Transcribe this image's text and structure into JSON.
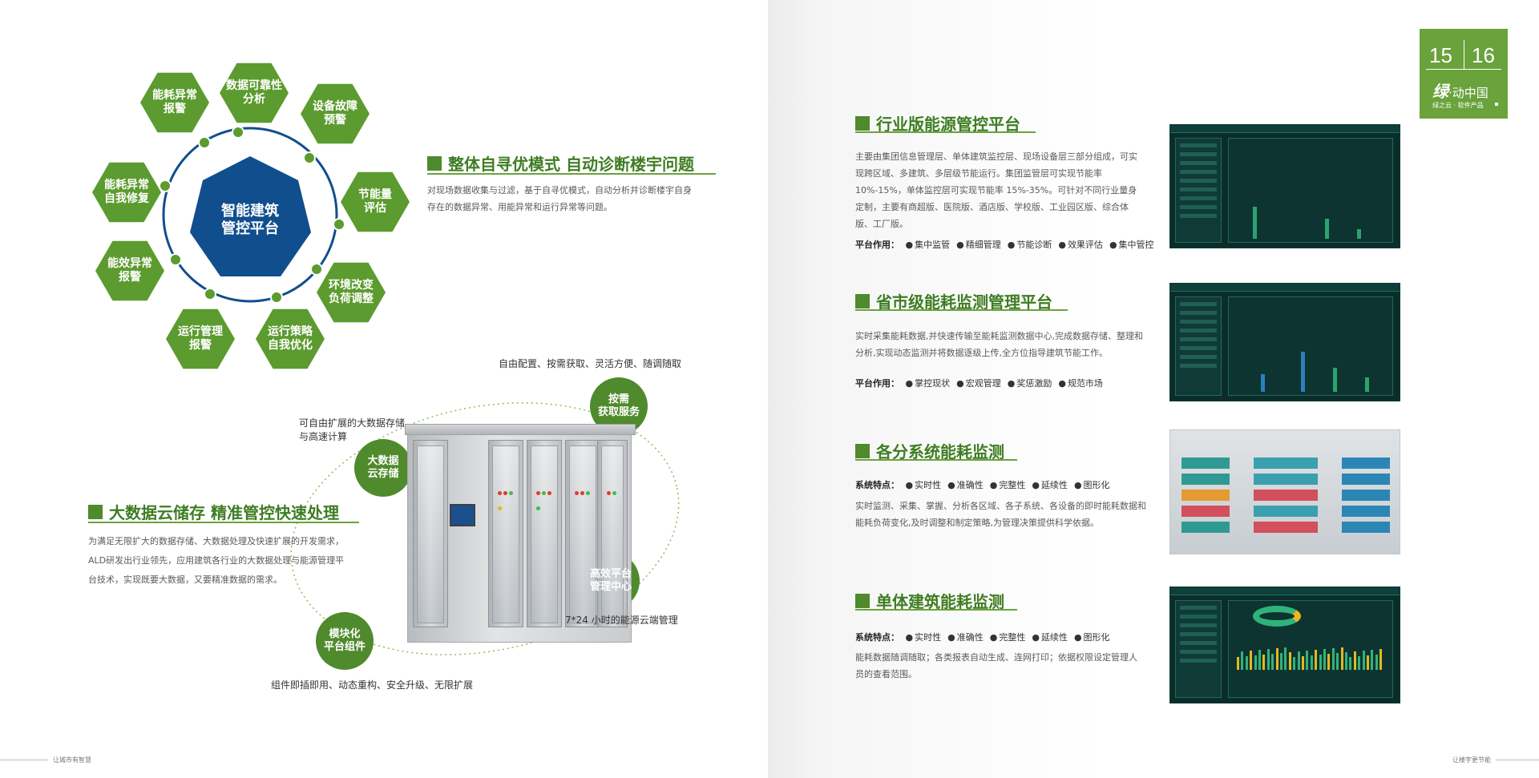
{
  "page": {
    "number_left": "15",
    "number_right": "16",
    "brand_glyph": "绿",
    "brand_text": "·动中国",
    "brand_sub": "绿之云 · 软件产品",
    "footer_left": "让城市有智慧",
    "footer_right": "让楼宇更节能"
  },
  "colors": {
    "accent_green": "#6aa23c",
    "dark_green": "#3e7d22",
    "hub_blue": "#114e8e"
  },
  "hex_ring": {
    "center_label": [
      "智能建筑",
      "管控平台"
    ],
    "items": [
      {
        "lines": [
          "数据可靠性",
          "分析"
        ]
      },
      {
        "lines": [
          "设备故障",
          "预警"
        ]
      },
      {
        "lines": [
          "节能量",
          "评估"
        ]
      },
      {
        "lines": [
          "环境改变",
          "负荷调整"
        ]
      },
      {
        "lines": [
          "运行策略",
          "自我优化"
        ]
      },
      {
        "lines": [
          "运行管理",
          "报警"
        ]
      },
      {
        "lines": [
          "能效异常",
          "报警"
        ]
      },
      {
        "lines": [
          "能耗异常",
          "自我修复"
        ]
      },
      {
        "lines": [
          "能耗异常",
          "报警"
        ]
      }
    ]
  },
  "section_auto": {
    "title": "整体自寻优模式  自动诊断楼宇问题",
    "body": "对现场数据收集与过滤，基于自寻优模式，自动分析并诊断楼宇自身存在的数据异常、用能异常和运行异常等问题。"
  },
  "cloud": {
    "circles": [
      {
        "lines": [
          "按需",
          "获取服务"
        ]
      },
      {
        "lines": [
          "大数据",
          "云存储"
        ]
      },
      {
        "lines": [
          "高效平台",
          "管理中心"
        ]
      },
      {
        "lines": [
          "模块化",
          "平台组件"
        ]
      }
    ],
    "captions": {
      "top": "自由配置、按需获取、灵活方便、随调随取",
      "left": "可自由扩展的大数据存储",
      "left2": "与高速计算",
      "right": "7*24 小时的能源云端管理",
      "bottom": "组件即插即用、动态重构、安全升级、无限扩展"
    }
  },
  "section_bigdata": {
    "title": "大数据云储存  精准管控快速处理",
    "body": "为满足无限扩大的数据存储、大数据处理及快速扩展的开发需求，ALD研发出行业领先，应用建筑各行业的大数据处理与能源管理平台技术，实现既要大数据，又要精准数据的需求。"
  },
  "right_sections": [
    {
      "title": "行业版能源管控平台",
      "body": "主要由集团信息管理层、单体建筑监控层、现场设备层三部分组成，可实现跨区域、多建筑、多层级节能运行。集团监管层可实现节能率10%-15%，单体监控层可实现节能率 15%-35%。可针对不同行业量身定制，主要有商超版、医院版、酒店版、学校版、工业园区版、综合体版、工厂版。",
      "feature_label": "平台作用：",
      "features": [
        "集中监管",
        "精细管理",
        "节能诊断",
        "效果评估",
        "集中管控"
      ]
    },
    {
      "title": "省市级能耗监测管理平台",
      "body": "实时采集能耗数据,并快速传输至能耗监测数据中心,完成数据存储、整理和分析,实现动态监测并将数据逐级上传,全方位指导建筑节能工作。",
      "feature_label": "平台作用：",
      "features": [
        "掌控现状",
        "宏观管理",
        "奖惩激励",
        "规范市场"
      ]
    },
    {
      "title": "各分系统能耗监测",
      "feature_label": "系统特点：",
      "features": [
        "实时性",
        "准确性",
        "完整性",
        "延续性",
        "图形化"
      ],
      "body": "实时监测、采集、掌握、分析各区域、各子系统、各设备的即时能耗数据和能耗负荷变化,及时调整和制定策略,为管理决策提供科学依据。"
    },
    {
      "title": "单体建筑能耗监测",
      "feature_label": "系统特点：",
      "features": [
        "实时性",
        "准确性",
        "完整性",
        "延续性",
        "图形化"
      ],
      "body": "能耗数据随调随取；各类报表自动生成、连网打印；依据权限设定管理人员的查看范围。"
    }
  ]
}
